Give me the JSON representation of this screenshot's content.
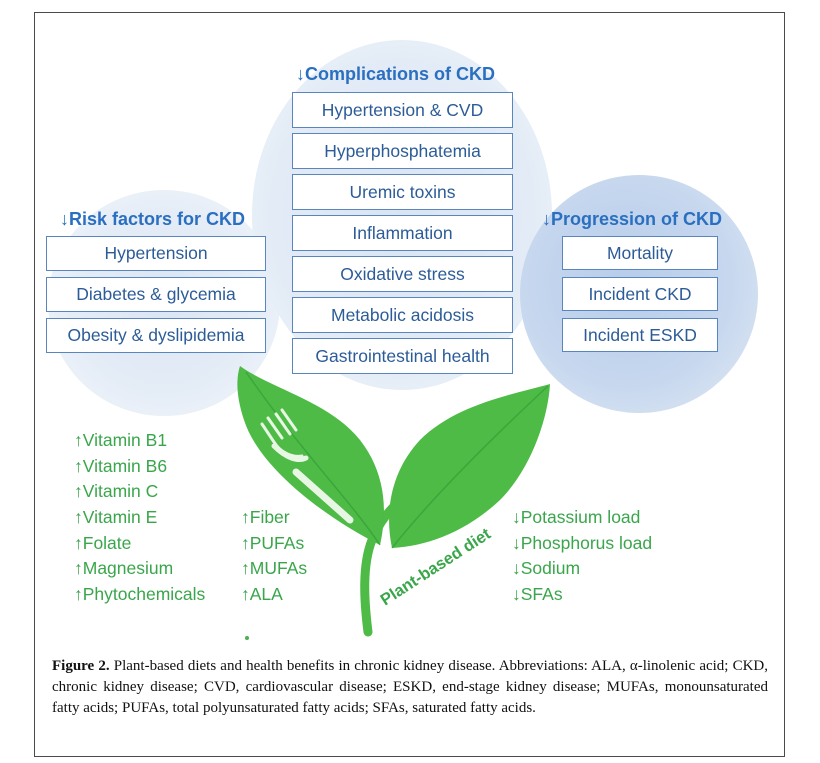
{
  "complications": {
    "heading": "↓Complications of  CKD",
    "items": [
      "Hypertension & CVD",
      "Hyperphosphatemia",
      "Uremic toxins",
      "Inflammation",
      "Oxidative stress",
      "Metabolic acidosis",
      "Gastrointestinal health"
    ]
  },
  "risk_factors": {
    "heading": "↓Risk factors for CKD",
    "items": [
      "Hypertension",
      "Diabetes & glycemia",
      "Obesity & dyslipidemia"
    ]
  },
  "progression": {
    "heading": "↓Progression of  CKD",
    "items": [
      "Mortality",
      "Incident CKD",
      "Incident ESKD"
    ]
  },
  "increases_vitamins": [
    "↑Vitamin B1",
    "↑Vitamin B6",
    "↑Vitamin C",
    "↑Vitamin E",
    "↑Folate",
    "↑Magnesium",
    "↑Phytochemicals"
  ],
  "increases_fats": [
    "↑Fiber",
    "↑PUFAs",
    "↑MUFAs",
    "↑ALA"
  ],
  "decreases": [
    "↓Potassium load",
    "↓Phosphorus load",
    "↓Sodium",
    "↓SFAs"
  ],
  "plant_label": "Plant-based diet",
  "caption": {
    "label": "Figure 2.",
    "text": " Plant-based diets and health benefits in chronic kidney disease. Abbreviations: ALA, α-linolenic acid; CKD, chronic kidney disease; CVD, cardiovascular disease; ESKD, end-stage kidney disease; MUFAs, monounsaturated fatty acids; PUFAs, total polyunsaturated fatty acids; SFAs, saturated fatty acids."
  },
  "colors": {
    "heading_blue": "#2a6fc0",
    "box_text": "#2c5c98",
    "box_border": "#5a86c0",
    "green_text": "#3aa64b",
    "leaf_green": "#4dbb46",
    "leaf_dark": "#2f9a34"
  }
}
